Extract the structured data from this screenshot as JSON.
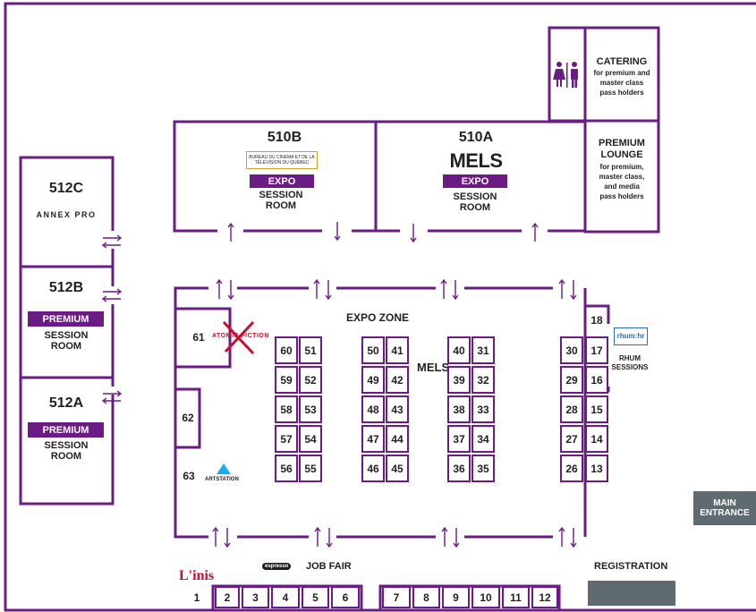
{
  "colors": {
    "wall": "#6a1b84",
    "accent": "#6a1b84",
    "gray": "#5f6b70",
    "ink": "#231f20"
  },
  "rooms": {
    "r510b": {
      "name": "510B",
      "expo": "EXPO",
      "line1": "SESSION",
      "line2": "ROOM",
      "logo": "BUREAU DU CINÉMA ET DE LA TÉLÉVISION DU QUÉBEC"
    },
    "r510a": {
      "name": "510A",
      "sponsor": "MELS",
      "expo": "EXPO",
      "line1": "SESSION",
      "line2": "ROOM"
    },
    "r512c": {
      "name": "512C",
      "logo": "ANNEX PRO"
    },
    "r512b": {
      "name": "512B",
      "tag": "PREMIUM",
      "line1": "SESSION",
      "line2": "ROOM"
    },
    "r512a": {
      "name": "512A",
      "tag": "PREMIUM",
      "line1": "SESSION",
      "line2": "ROOM"
    }
  },
  "catering": {
    "title": "CATERING",
    "l1": "for premium and",
    "l2": "master class",
    "l3": "pass holders"
  },
  "lounge": {
    "t1": "PREMIUM",
    "t2": "LOUNGE",
    "l1": "for premium,",
    "l2": "master class,",
    "l3": "and media",
    "l4": "pass holders"
  },
  "expo_zone": "EXPO ZONE",
  "mels_label": "MELS",
  "rhum": {
    "logo": "rhum:hr",
    "l1": "RHUM",
    "l2": "SESSIONS"
  },
  "sponsors": {
    "atomic": "ATOMIC FICTION",
    "artstation": "ARTSTATION",
    "linis": "L'inis",
    "espresso": "espresso"
  },
  "job_fair": "JOB FAIR",
  "registration": "REGISTRATION",
  "main_entrance": {
    "l1": "MAIN",
    "l2": "ENTRANCE"
  },
  "booths": {
    "b1": "1",
    "b2": "2",
    "b3": "3",
    "b4": "4",
    "b5": "5",
    "b6": "6",
    "b7": "7",
    "b8": "8",
    "b9": "9",
    "b10": "10",
    "b11": "11",
    "b12": "12",
    "b13": "13",
    "b14": "14",
    "b15": "15",
    "b16": "16",
    "b17": "17",
    "b18": "18",
    "b26": "26",
    "b27": "27",
    "b28": "28",
    "b29": "29",
    "b30": "30",
    "b31": "31",
    "b32": "32",
    "b33": "33",
    "b34": "34",
    "b35": "35",
    "b36": "36",
    "b37": "37",
    "b38": "38",
    "b39": "39",
    "b40": "40",
    "b41": "41",
    "b42": "42",
    "b43": "43",
    "b44": "44",
    "b45": "45",
    "b46": "46",
    "b47": "47",
    "b48": "48",
    "b49": "49",
    "b50": "50",
    "b51": "51",
    "b52": "52",
    "b53": "53",
    "b54": "54",
    "b55": "55",
    "b56": "56",
    "b57": "57",
    "b58": "58",
    "b59": "59",
    "b60": "60",
    "b61": "61",
    "b62": "62",
    "b63": "63"
  }
}
